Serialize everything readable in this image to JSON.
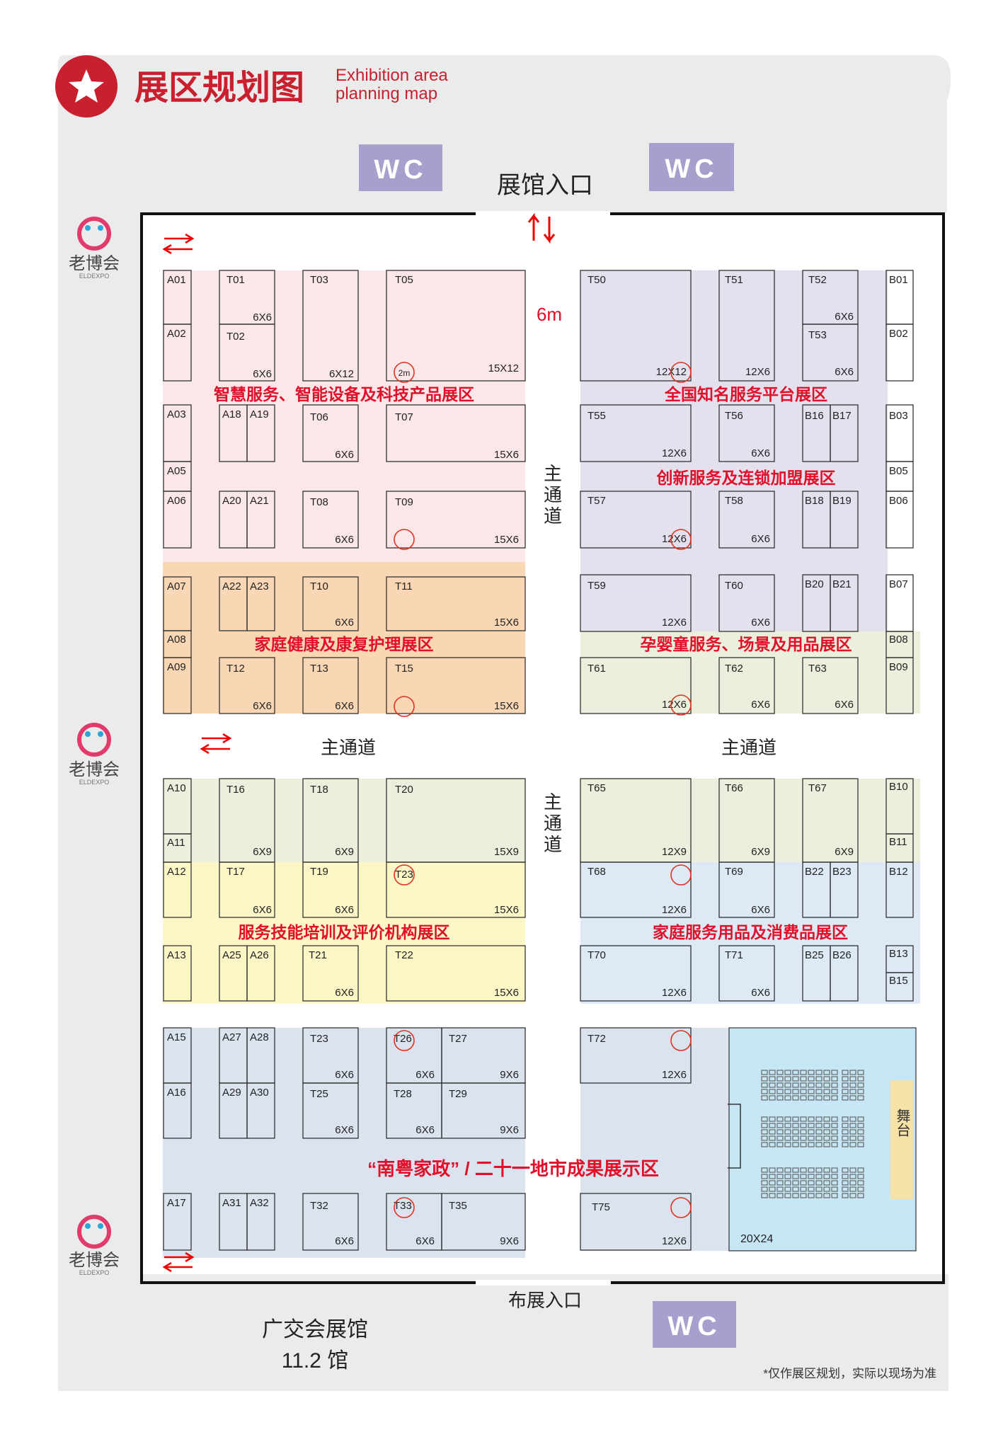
{
  "header": {
    "title_cn": "展区规划图",
    "title_en_line1": "Exhibition area",
    "title_en_line2": "planning map",
    "star_icon": "star-icon"
  },
  "entrance_label": "展馆入口",
  "setup_entrance_label": "布展入口",
  "wc_label": "WC",
  "width_label": "6m",
  "corridor_vertical": "主通道",
  "corridor_horizontal": "主通道",
  "venue_line1": "广交会展馆",
  "venue_line2": "11.2 馆",
  "footnote": "*仅作展区规划，实际以现场为准",
  "logo": {
    "name": "老博会",
    "sub": "ELDEXPO"
  },
  "pillar_label": "2m",
  "stage_label": "舞台",
  "colors": {
    "brand_red": "#c8202e",
    "pink_zone": "#fbe6e8",
    "orange_zone": "#f9d7b5",
    "purple_zone": "#e5e0ee",
    "green_zone": "#eaf0dc",
    "yellow_zone": "#fdf7c8",
    "blue_zone": "#dde9f5",
    "slate_zone": "#dbe3ef",
    "stage_zone": "#c6e6f5",
    "wc_purple": "#a89fcc",
    "outer_gray": "#ebebeb"
  },
  "zones": [
    {
      "id": "pink",
      "label": "智慧服务、智能设备及科技产品展区"
    },
    {
      "id": "orange",
      "label": "家庭健康及康复护理展区"
    },
    {
      "id": "purple1",
      "label": "全国知名服务平台展区"
    },
    {
      "id": "purple2",
      "label": "创新服务及连锁加盟展区"
    },
    {
      "id": "green",
      "label": "孕婴童服务、场景及用品展区"
    },
    {
      "id": "yellow",
      "label": "服务技能培训及评价机构展区"
    },
    {
      "id": "blue",
      "label": "家庭服务用品及消费品展区"
    },
    {
      "id": "slate",
      "label": "“南粤家政” / 二十一地市成果展示区"
    }
  ],
  "booths": [
    {
      "id": "A01"
    },
    {
      "id": "A02"
    },
    {
      "id": "A03"
    },
    {
      "id": "A05"
    },
    {
      "id": "A06"
    },
    {
      "id": "A07"
    },
    {
      "id": "A08"
    },
    {
      "id": "A09"
    },
    {
      "id": "A10"
    },
    {
      "id": "A11"
    },
    {
      "id": "A12"
    },
    {
      "id": "A13"
    },
    {
      "id": "A15"
    },
    {
      "id": "A16"
    },
    {
      "id": "A17"
    },
    {
      "id": "A18"
    },
    {
      "id": "A19"
    },
    {
      "id": "A20"
    },
    {
      "id": "A21"
    },
    {
      "id": "A22"
    },
    {
      "id": "A23"
    },
    {
      "id": "A25"
    },
    {
      "id": "A26"
    },
    {
      "id": "A27"
    },
    {
      "id": "A28"
    },
    {
      "id": "A29"
    },
    {
      "id": "A30"
    },
    {
      "id": "A31"
    },
    {
      "id": "A32"
    },
    {
      "id": "T01",
      "size": "6X6"
    },
    {
      "id": "T02",
      "size": "6X6"
    },
    {
      "id": "T03",
      "size": "6X12"
    },
    {
      "id": "T05",
      "size": "15X12"
    },
    {
      "id": "T06",
      "size": "6X6"
    },
    {
      "id": "T07",
      "size": "15X6"
    },
    {
      "id": "T08",
      "size": "6X6"
    },
    {
      "id": "T09",
      "size": "15X6"
    },
    {
      "id": "T10",
      "size": "6X6"
    },
    {
      "id": "T11",
      "size": "15X6"
    },
    {
      "id": "T12",
      "size": "6X6"
    },
    {
      "id": "T13",
      "size": "6X6"
    },
    {
      "id": "T15",
      "size": "15X6"
    },
    {
      "id": "T16",
      "size": "6X9"
    },
    {
      "id": "T18",
      "size": "6X9"
    },
    {
      "id": "T20",
      "size": "15X9"
    },
    {
      "id": "T17",
      "size": "6X6"
    },
    {
      "id": "T19",
      "size": "6X6"
    },
    {
      "id": "T23",
      "size": "15X6"
    },
    {
      "id": "T21",
      "size": "6X6"
    },
    {
      "id": "T22",
      "size": "15X6"
    },
    {
      "id": "T23",
      "size": "6X6"
    },
    {
      "id": "T26",
      "size": "6X6"
    },
    {
      "id": "T27",
      "size": "9X6"
    },
    {
      "id": "T25",
      "size": "6X6"
    },
    {
      "id": "T28",
      "size": "6X6"
    },
    {
      "id": "T29",
      "size": "9X6"
    },
    {
      "id": "T32",
      "size": "6X6"
    },
    {
      "id": "T33",
      "size": "6X6"
    },
    {
      "id": "T35",
      "size": "9X6"
    },
    {
      "id": "T50",
      "size": "12X12"
    },
    {
      "id": "T51",
      "size": "12X6"
    },
    {
      "id": "T52",
      "size": "6X6"
    },
    {
      "id": "T53",
      "size": "6X6"
    },
    {
      "id": "T55",
      "size": "12X6"
    },
    {
      "id": "T56",
      "size": "6X6"
    },
    {
      "id": "T57",
      "size": "12X6"
    },
    {
      "id": "T58",
      "size": "6X6"
    },
    {
      "id": "T59",
      "size": "12X6"
    },
    {
      "id": "T60",
      "size": "6X6"
    },
    {
      "id": "T61",
      "size": "12X6"
    },
    {
      "id": "T62",
      "size": "6X6"
    },
    {
      "id": "T63",
      "size": "6X6"
    },
    {
      "id": "T65",
      "size": "12X9"
    },
    {
      "id": "T66",
      "size": "6X9"
    },
    {
      "id": "T67",
      "size": "6X9"
    },
    {
      "id": "T68",
      "size": "12X6"
    },
    {
      "id": "T69",
      "size": "6X6"
    },
    {
      "id": "T70",
      "size": "12X6"
    },
    {
      "id": "T71",
      "size": "6X6"
    },
    {
      "id": "T72",
      "size": "12X6"
    },
    {
      "id": "T75",
      "size": "12X6"
    },
    {
      "id": "B01"
    },
    {
      "id": "B02"
    },
    {
      "id": "B03"
    },
    {
      "id": "B05"
    },
    {
      "id": "B06"
    },
    {
      "id": "B07"
    },
    {
      "id": "B08"
    },
    {
      "id": "B09"
    },
    {
      "id": "B10"
    },
    {
      "id": "B11"
    },
    {
      "id": "B12"
    },
    {
      "id": "B13"
    },
    {
      "id": "B15"
    },
    {
      "id": "B16"
    },
    {
      "id": "B17"
    },
    {
      "id": "B18"
    },
    {
      "id": "B19"
    },
    {
      "id": "B20"
    },
    {
      "id": "B21"
    },
    {
      "id": "B22"
    },
    {
      "id": "B23"
    },
    {
      "id": "B25"
    },
    {
      "id": "B26"
    },
    {
      "id": "stage_area",
      "size": "20X24"
    }
  ]
}
